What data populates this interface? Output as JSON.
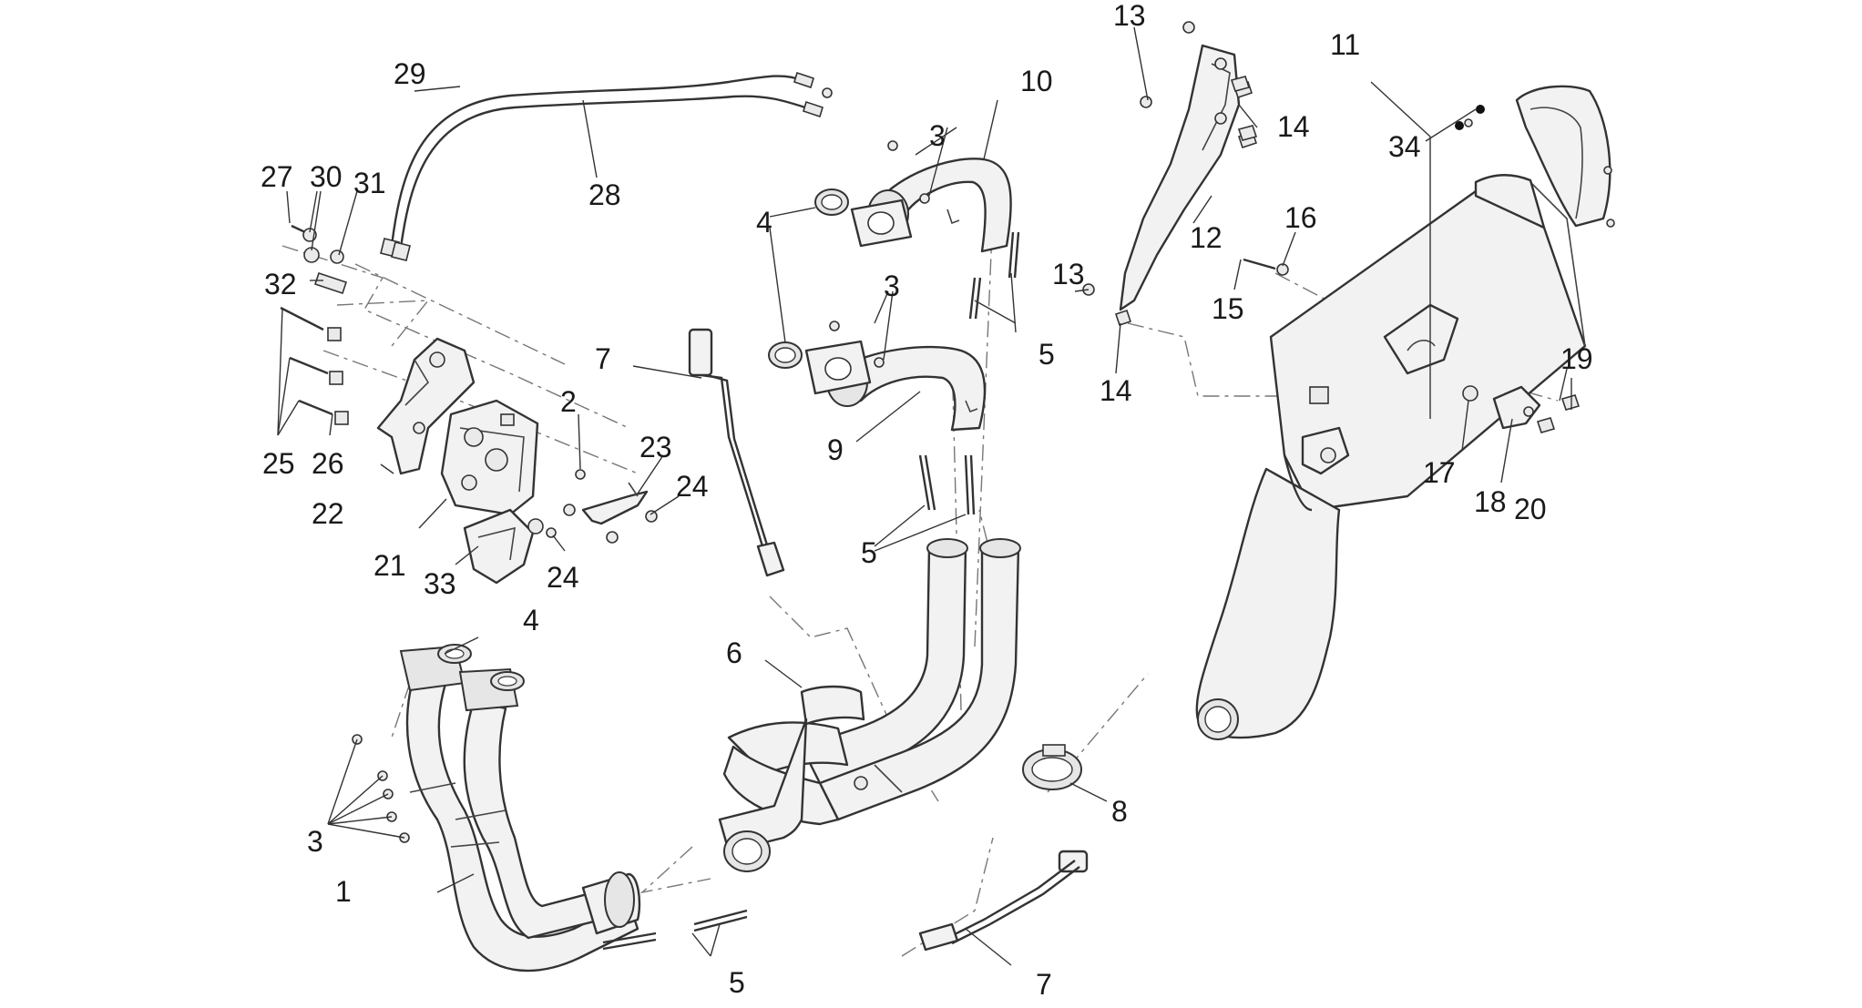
{
  "callouts": {
    "c1": "1",
    "c2": "2",
    "c3a": "3",
    "c3b": "3",
    "c3c": "3",
    "c4a": "4",
    "c4b": "4",
    "c5a": "5",
    "c5b": "5",
    "c5c": "5",
    "c6": "6",
    "c7a": "7",
    "c7b": "7",
    "c8": "8",
    "c9": "9",
    "c10": "10",
    "c11": "11",
    "c12": "12",
    "c13a": "13",
    "c13b": "13",
    "c14a": "14",
    "c14b": "14",
    "c15": "15",
    "c16": "16",
    "c17": "17",
    "c18": "18",
    "c19": "19",
    "c20": "20",
    "c21": "21",
    "c22": "22",
    "c23": "23",
    "c24a": "24",
    "c24b": "24",
    "c25": "25",
    "c26": "26",
    "c27": "27",
    "c28": "28",
    "c29": "29",
    "c30": "30",
    "c31": "31",
    "c32": "32",
    "c33": "33",
    "c34": "34"
  }
}
